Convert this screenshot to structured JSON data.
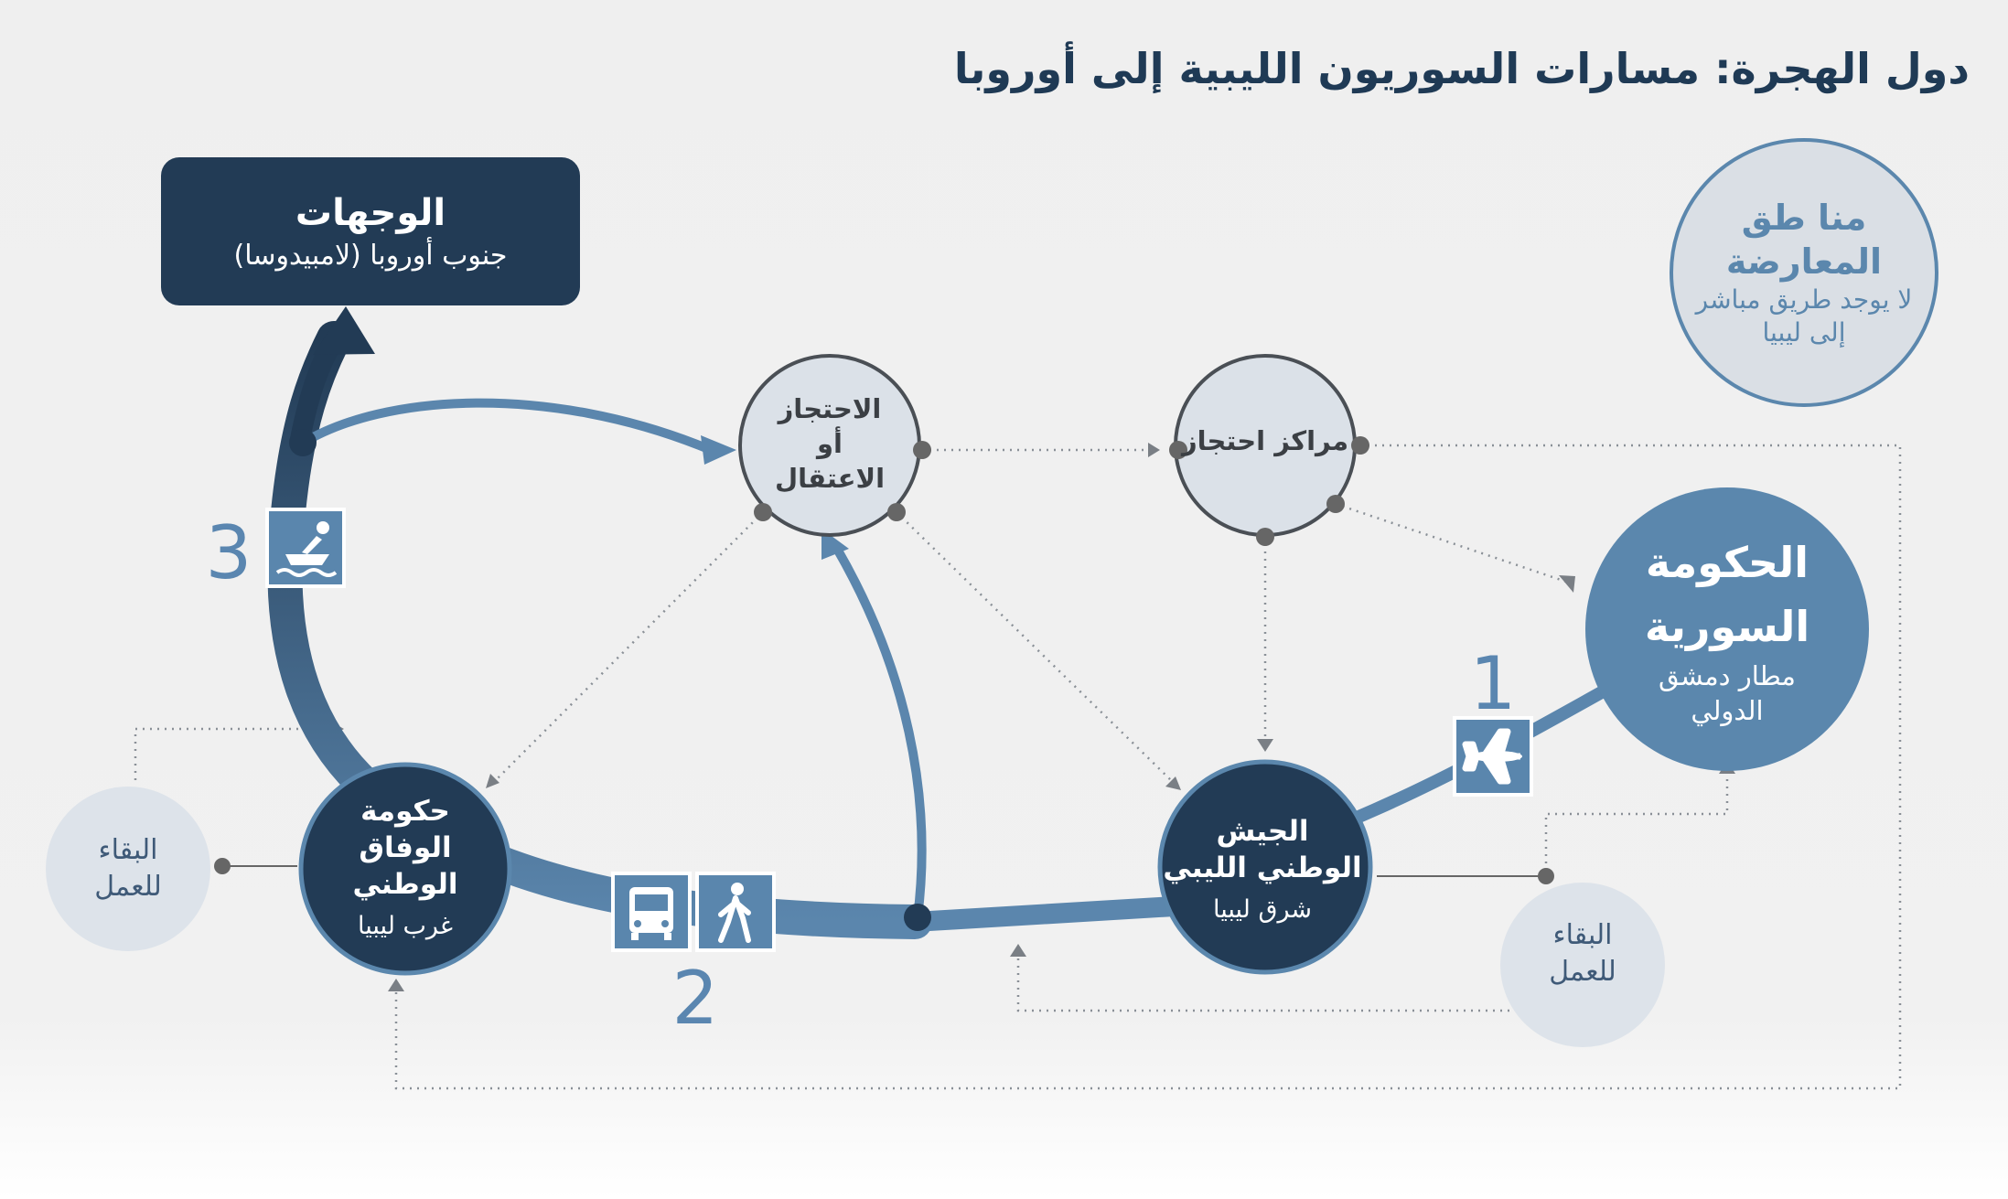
{
  "title": "دول الهجرة: مسارات السوريون الليبية إلى أوروبا",
  "destinations": {
    "heading": "الوجهات",
    "subtitle": "جنوب أوروبا (لامبيدوسا)"
  },
  "opposition": {
    "heading_line1": "منا طق",
    "heading_line2": "المعارضة",
    "note_line1": "لا يوجد طريق مباشر",
    "note_line2": "إلى ليبيا"
  },
  "syrian_gov": {
    "heading_line1": "الحكومة",
    "heading_line2": "السورية",
    "sub_line1": "مطار دمشق",
    "sub_line2": "الدولي"
  },
  "detention_centers": {
    "label": "مراكز احتجاز"
  },
  "detention_arrest": {
    "line1": "الاحتجاز",
    "line2": "أو",
    "line3": "الاعتقال"
  },
  "lna": {
    "line1": "الجيش",
    "line2": "الوطني  الليبي",
    "sub": "شرق ليبيا"
  },
  "gna": {
    "line1": "حكومة",
    "line2": "الوفاق",
    "line3": "الوطني",
    "sub": "غرب ليبيا"
  },
  "stay_work_left": {
    "line1": "البقاء",
    "line2": "للعمل"
  },
  "stay_work_right": {
    "line1": "البقاء",
    "line2": "للعمل"
  },
  "route_numbers": {
    "air": "1",
    "land": "2",
    "sea": "3"
  },
  "icons": {
    "air": "plane-icon",
    "land_bus": "bus-icon",
    "land_walk": "walk-icon",
    "sea": "boat-icon"
  },
  "colors": {
    "dark_navy": "#223b55",
    "mid_blue": "#5b87ad",
    "light_circle": "#dde3ea",
    "route_blue": "#5a86b0"
  }
}
